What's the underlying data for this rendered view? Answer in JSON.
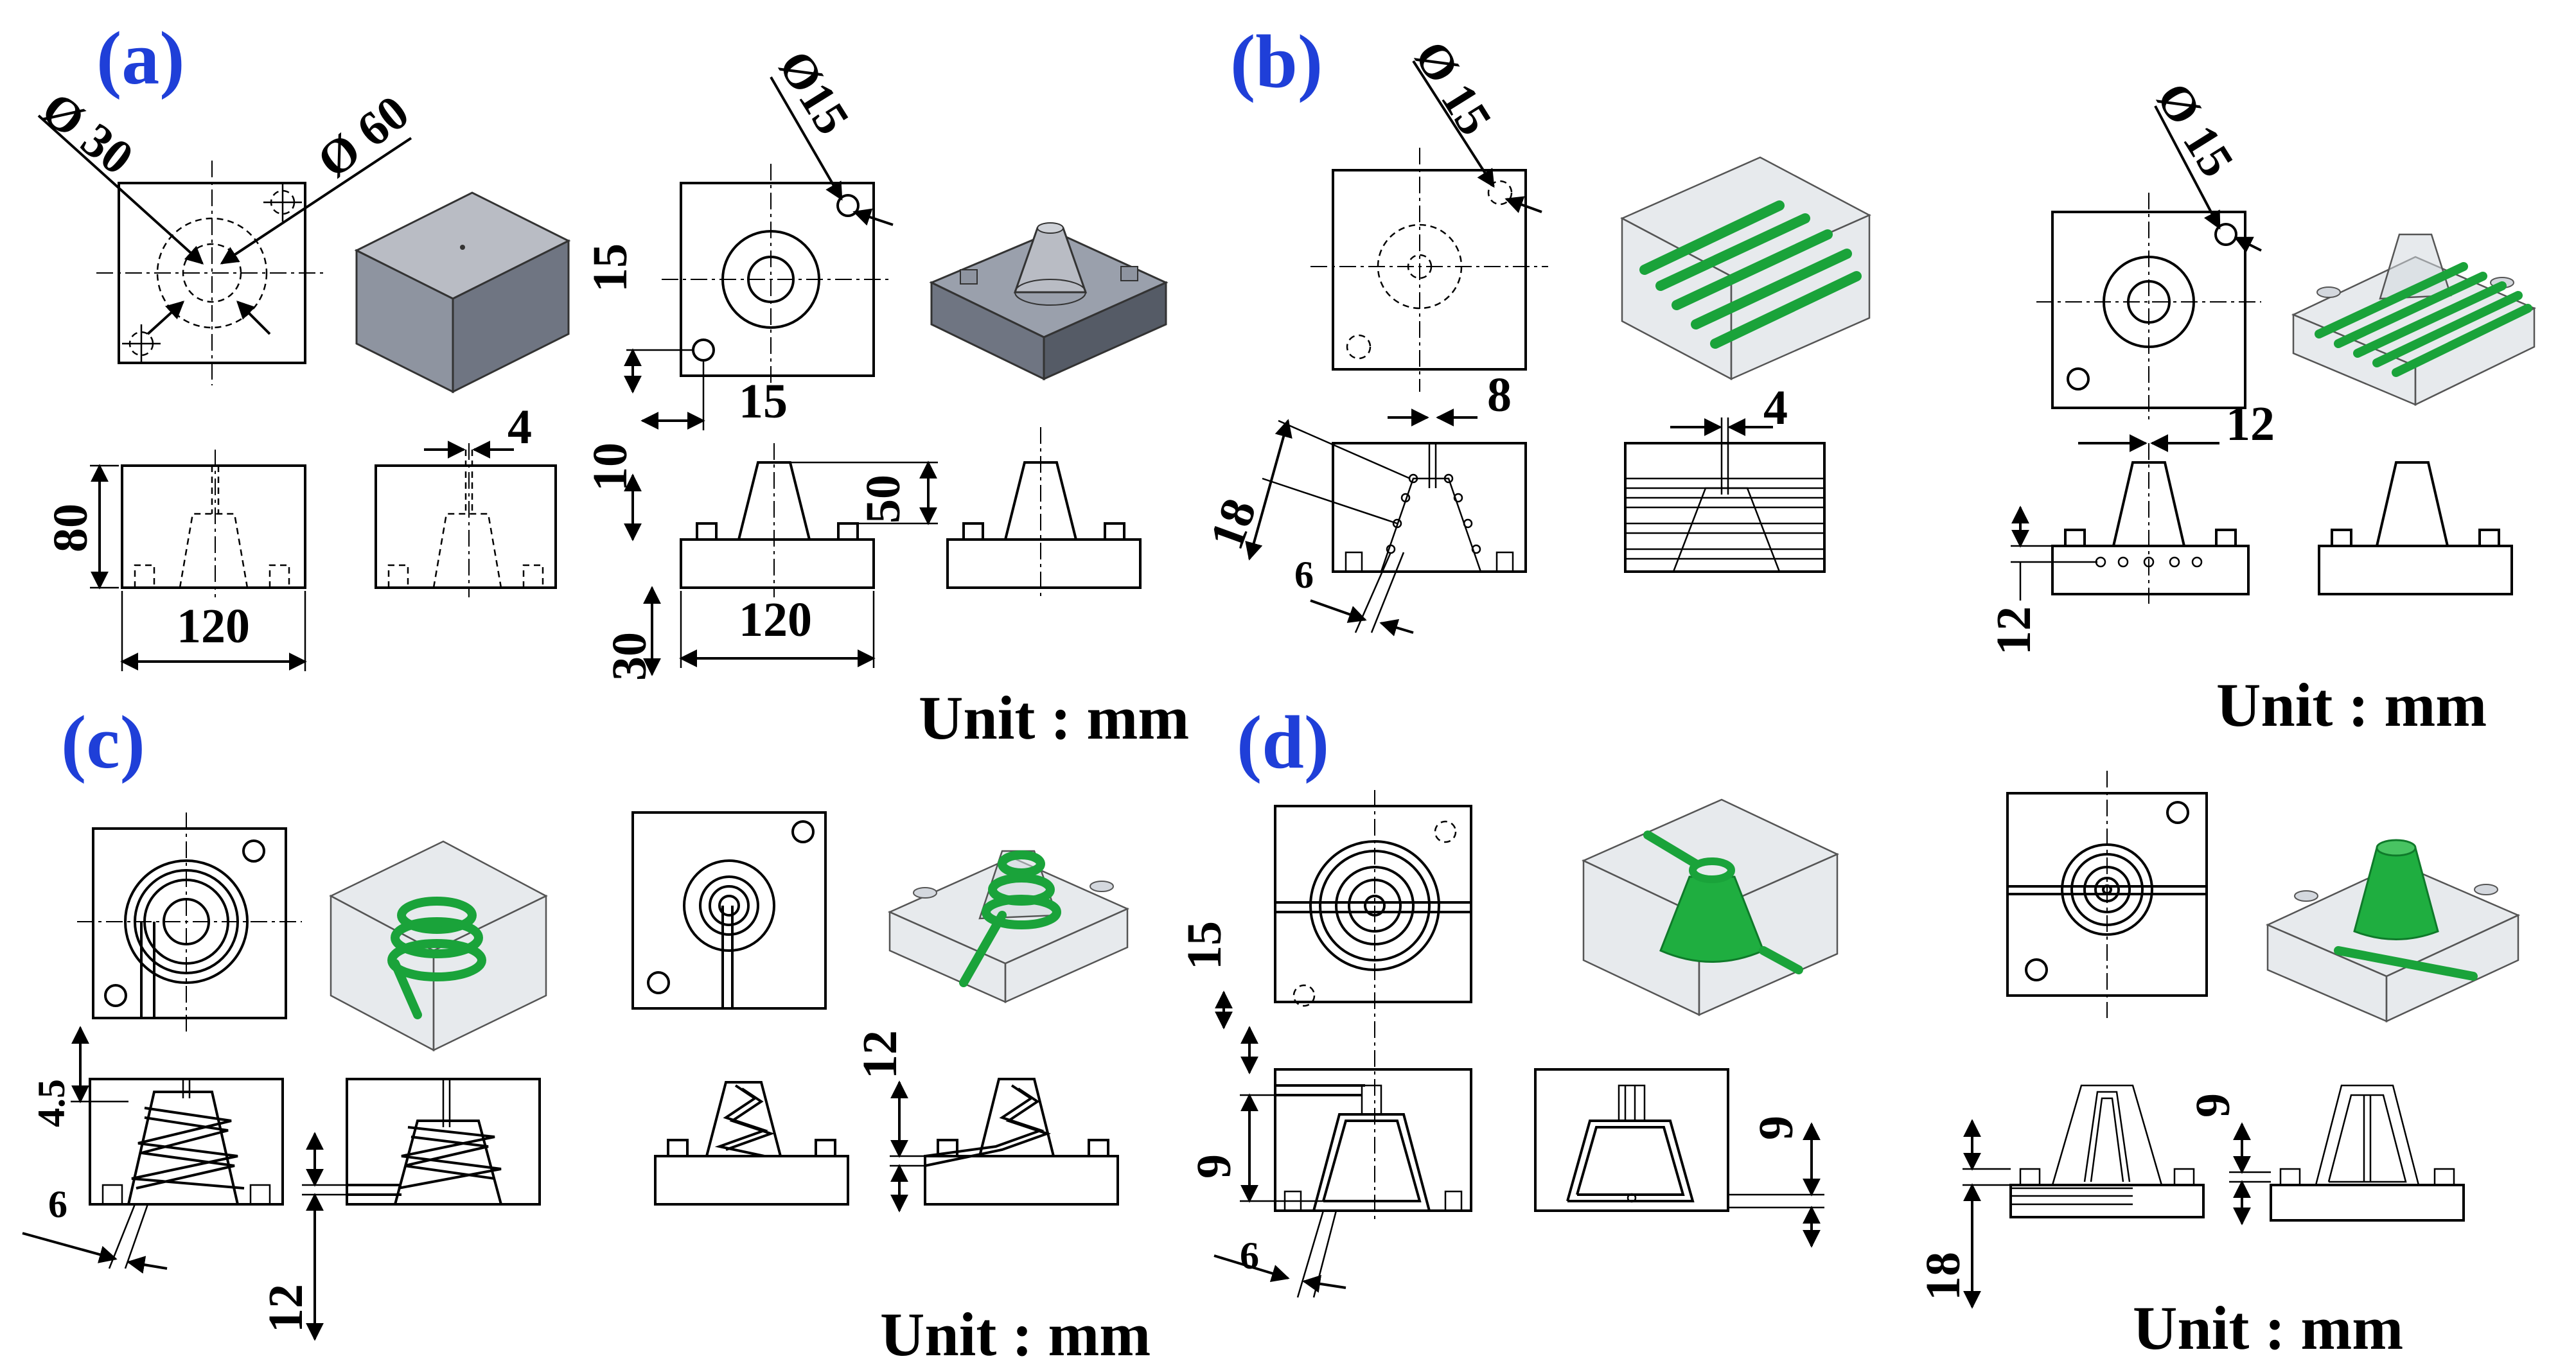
{
  "panels": {
    "a": {
      "label": "(a)"
    },
    "b": {
      "label": "(b)"
    },
    "c": {
      "label": "(c)"
    },
    "d": {
      "label": "(d)"
    }
  },
  "units": {
    "ab_left": "Unit : mm",
    "b_right": "Unit : mm",
    "c": "Unit : mm",
    "d": "Unit : mm"
  },
  "dims": {
    "a_dia30": "Ø 30",
    "a_dia60": "Ø 60",
    "a_h80": "80",
    "a_w120": "120",
    "a_gap4": "4",
    "a2_dia15": "Ø15",
    "a2_15v": "15",
    "a2_15h": "15",
    "a2_10": "10",
    "a2_50": "50",
    "a2_30": "30",
    "a2_120": "120",
    "b_dia15": "Ø 15",
    "b_8": "8",
    "b_4": "4",
    "b_18": "18",
    "b_6": "6",
    "b2_dia15": "Ø 15",
    "b2_12": "12",
    "b2_12v": "12",
    "c_45": "4.5",
    "c_6": "6",
    "c_12": "12",
    "c2_12": "12",
    "d_15": "15",
    "d_9": "9",
    "d_6": "6",
    "d_9b": "9",
    "d2_9": "9",
    "d2_18": "18"
  },
  "colors": {
    "label_blue": "#1f3fd8",
    "cooling_green": "#1aa33a",
    "steel": "#8e94a0"
  }
}
